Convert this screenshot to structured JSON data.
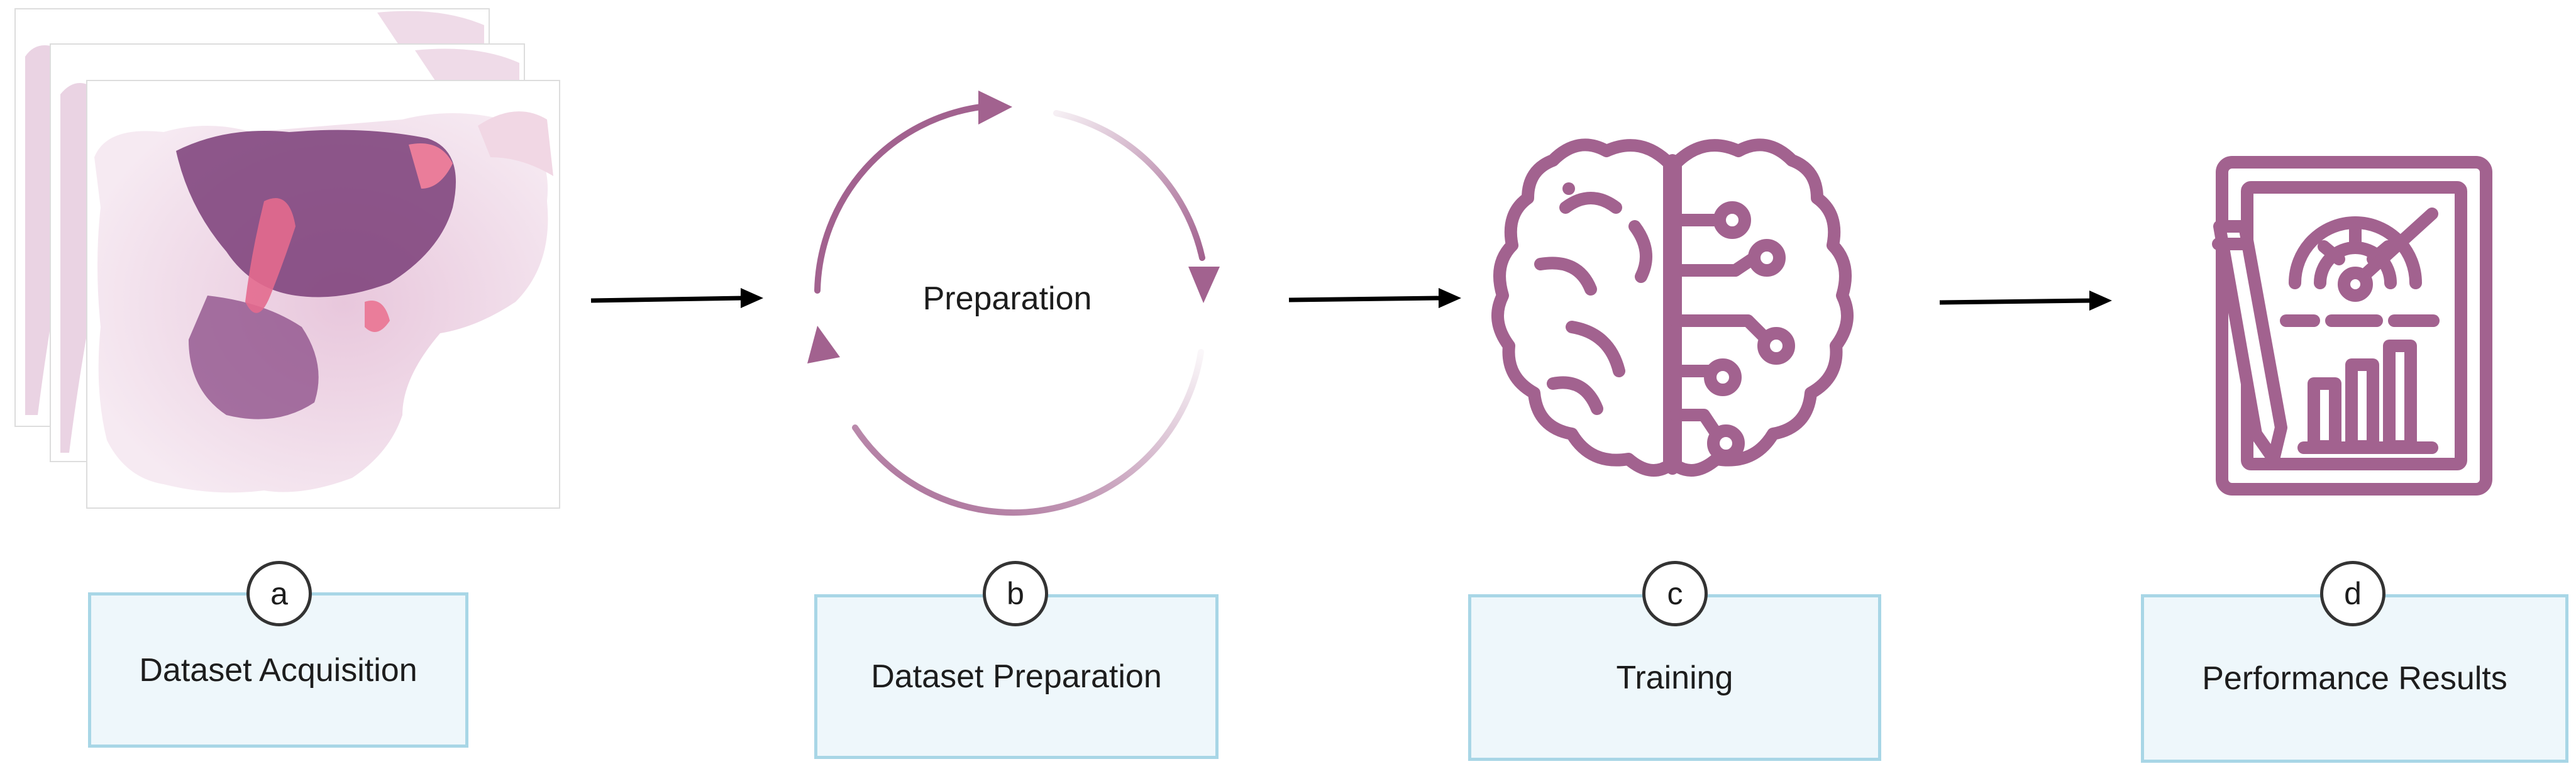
{
  "steps": [
    {
      "letter": "a",
      "label": "Dataset Acquisition"
    },
    {
      "letter": "b",
      "label": "Dataset Preparation"
    },
    {
      "letter": "c",
      "label": "Training"
    },
    {
      "letter": "d",
      "label": "Performance Results"
    }
  ],
  "cycle_label": "Preparation",
  "colors": {
    "accent": "#a2628f",
    "box_fill": "#eef7fb",
    "box_border": "#a8d6e6",
    "arrow": "#000000"
  },
  "icons": [
    "tissue-slide-stack-image",
    "cycle-arrows-icon",
    "brain-circuit-icon",
    "report-gauge-chart-icon"
  ]
}
